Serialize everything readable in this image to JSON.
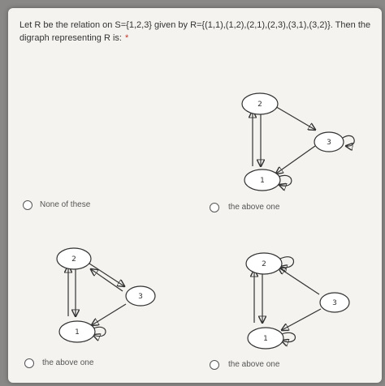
{
  "question": {
    "text": "Let R be the relation on S={1,2,3} given by R={(1,1),(1,2),(2,1),(2,3),(3,1),(3,2)}. Then the digraph representing R is:",
    "required_marker": "*"
  },
  "options": [
    {
      "label": "None of these"
    },
    {
      "label": "the above one"
    },
    {
      "label": "the above one"
    },
    {
      "label": "the above one"
    }
  ],
  "node_labels": {
    "n1": "1",
    "n2": "2",
    "n3": "3"
  }
}
